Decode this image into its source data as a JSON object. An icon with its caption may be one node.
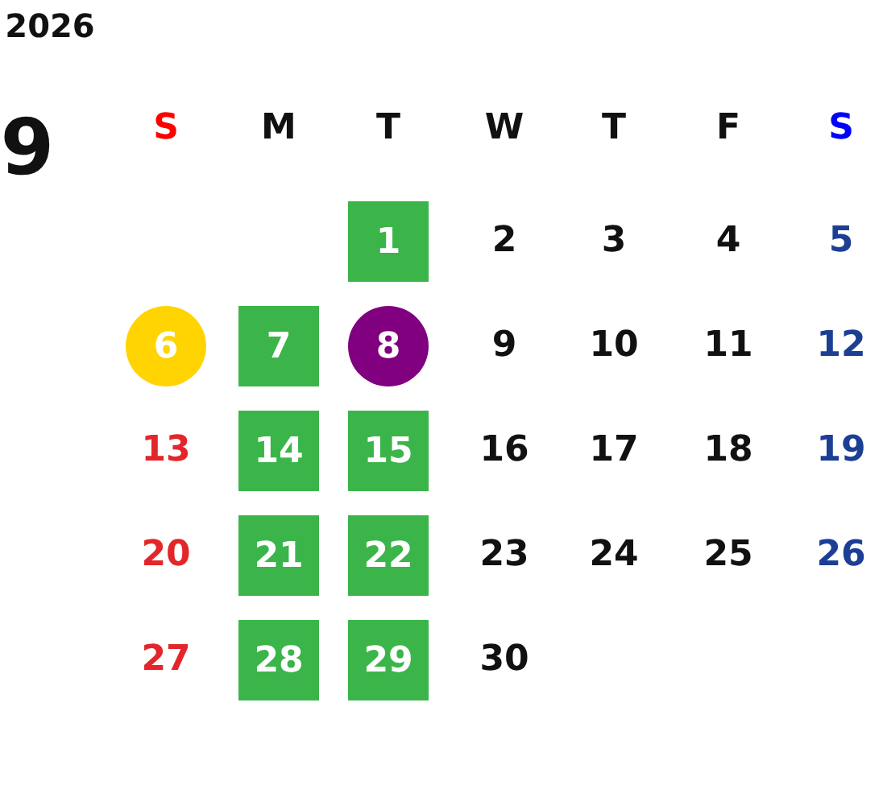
{
  "diagram": {
    "nodes": [
      {
        "text": [
          "1"
        ]
      },
      {
        "text": [
          "6"
        ]
      },
      {
        "text": [
          "7"
        ]
      },
      {
        "text": [
          "8"
        ]
      },
      {
        "text": [
          "14"
        ]
      },
      {
        "text": [
          "15"
        ]
      },
      {
        "text": [
          "21"
        ]
      },
      {
        "text": [
          "22"
        ]
      },
      {
        "text": [
          "28"
        ]
      },
      {
        "text": [
          "29"
        ]
      }
    ],
    "labels": [
      "2026",
      "9",
      "S",
      "M",
      "T",
      "W",
      "T",
      "F",
      "S",
      "2",
      "3",
      "4",
      "5",
      "9",
      "10",
      "11",
      "12",
      "13",
      "16",
      "17",
      "18",
      "19",
      "20",
      "23",
      "24",
      "25",
      "26",
      "27",
      "30"
    ]
  }
}
